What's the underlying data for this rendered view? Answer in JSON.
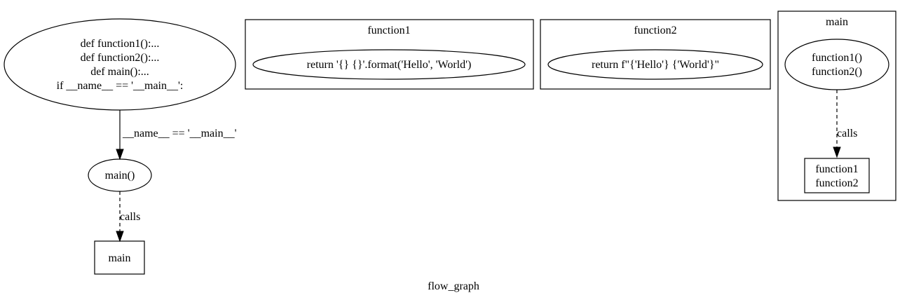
{
  "graph": {
    "label": "flow_graph",
    "root_node": {
      "lines": [
        "def function1():...",
        "def function2():...",
        "def main():...",
        "if __name__ == '__main__':"
      ]
    },
    "edge_condition": "__name__ == '__main__'",
    "main_call_node": "main()",
    "edge_calls_1": "calls",
    "main_box_node": "main",
    "cluster_function1": {
      "title": "function1",
      "node": "return '{} {}'.format('Hello', 'World')"
    },
    "cluster_function2": {
      "title": "function2",
      "node": "return f\"{'Hello'} {'World'}\""
    },
    "cluster_main": {
      "title": "main",
      "node_lines": [
        "function1()",
        "function2()"
      ],
      "edge_label": "calls",
      "box_lines": [
        "function1",
        "function2"
      ]
    }
  }
}
